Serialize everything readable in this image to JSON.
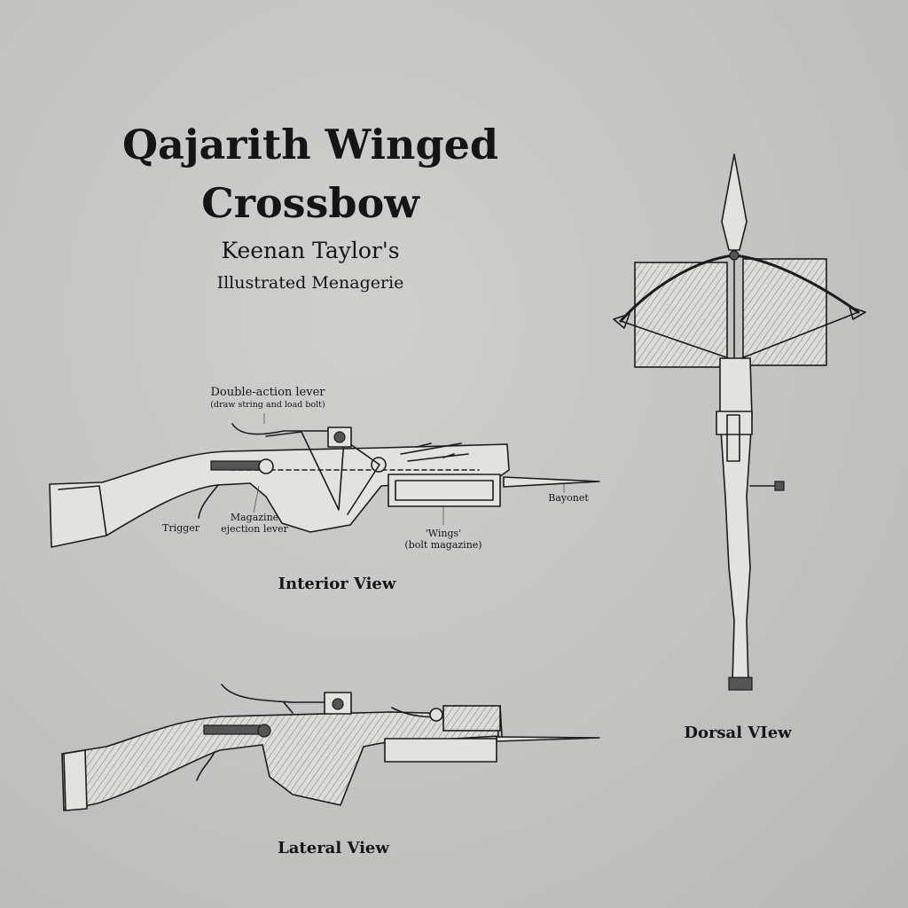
{
  "title": {
    "line1": "Qajarith Winged",
    "line2": "Crossbow",
    "subtitle1": "Keenan Taylor's",
    "subtitle2": "Illustrated Menagerie"
  },
  "labels": {
    "lever_main": "Double-action lever",
    "lever_note": "(draw string and load bolt)",
    "bayonet": "Bayonet",
    "trigger": "Trigger",
    "magazine_line1": "Magazine",
    "magazine_line2": "ejection lever",
    "wings_line1": "'Wings'",
    "wings_line2": "(bolt magazine)"
  },
  "views": {
    "interior": "Interior View",
    "lateral": "Lateral View",
    "dorsal": "Dorsal VIew"
  }
}
